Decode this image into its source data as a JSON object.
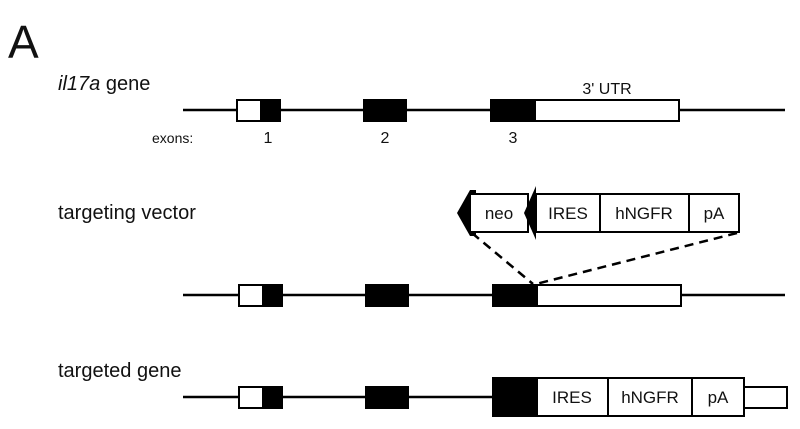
{
  "panel_label": "A",
  "sections": {
    "gene": {
      "name_italic": "il17a",
      "name_rest": " gene",
      "exons_label": "exons:",
      "exon_numbers": [
        "1",
        "2",
        "3"
      ],
      "utr_label": "3' UTR"
    },
    "vector": {
      "label": "targeting vector",
      "cassette": [
        "neo",
        "IRES",
        "hNGFR",
        "pA"
      ]
    },
    "targeted": {
      "label": "targeted gene",
      "cassette": [
        "IRES",
        "hNGFR",
        "pA"
      ]
    }
  },
  "colors": {
    "ink": "#000000",
    "exon_fill": "#000000",
    "box_fill": "#ffffff"
  }
}
